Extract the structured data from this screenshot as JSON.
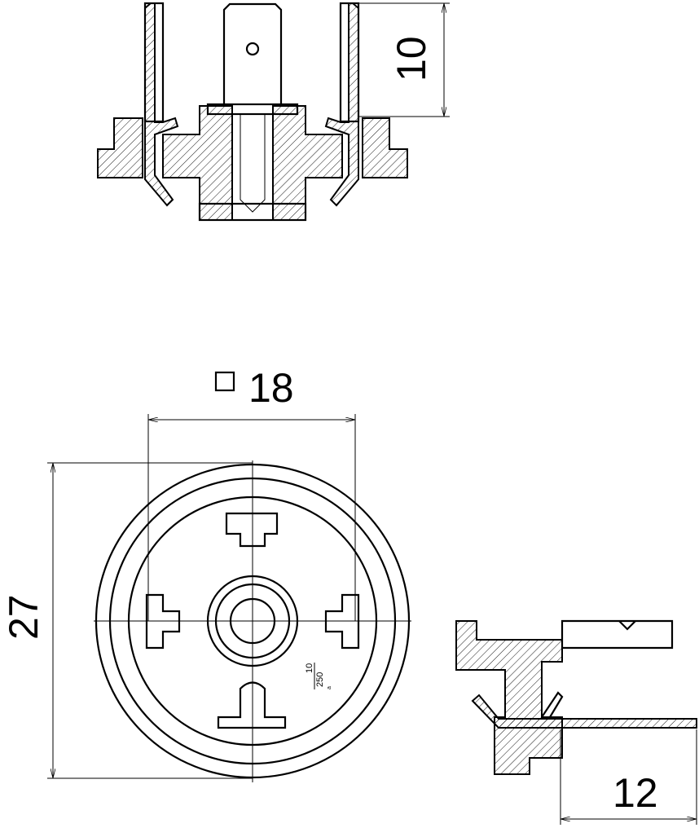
{
  "drawing": {
    "top_view_dimension": "10",
    "square_dimension": "18",
    "square_symbol": "□",
    "diameter_dimension": "27",
    "side_view_dimension": "12",
    "surface_note": {
      "numerator": "10",
      "denominator": "250",
      "suffix": "a"
    },
    "line_color": "#000000",
    "background": "#ffffff"
  }
}
